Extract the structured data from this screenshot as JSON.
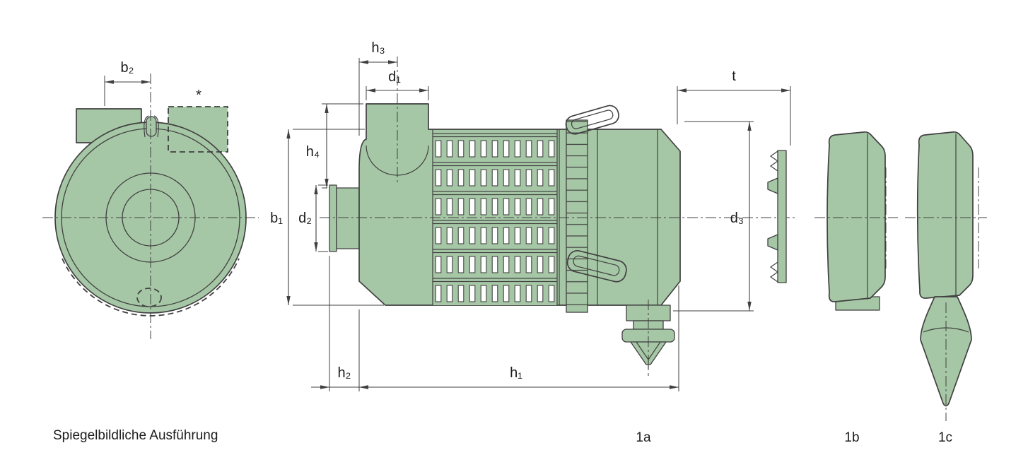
{
  "colors": {
    "body_fill": "#a6c7a6",
    "line": "#404040",
    "text": "#1c1c1c",
    "background": "#ffffff"
  },
  "note": {
    "text": "Spiegelbildliche Ausführung"
  },
  "front_view": {
    "dim_b2": "b₂",
    "mirror_marker": "*"
  },
  "side_view": {
    "part_label": "1a",
    "dim_h3": "h₃",
    "dim_d1": "d₁",
    "dim_h4": "h₄",
    "dim_b1": "b₁",
    "dim_d2": "d₂",
    "dim_h2": "h₂",
    "dim_h1": "h₁",
    "dim_t": "t",
    "dim_d3": "d₃"
  },
  "detail_views": {
    "part_1b_label": "1b",
    "part_1c_label": "1c"
  }
}
